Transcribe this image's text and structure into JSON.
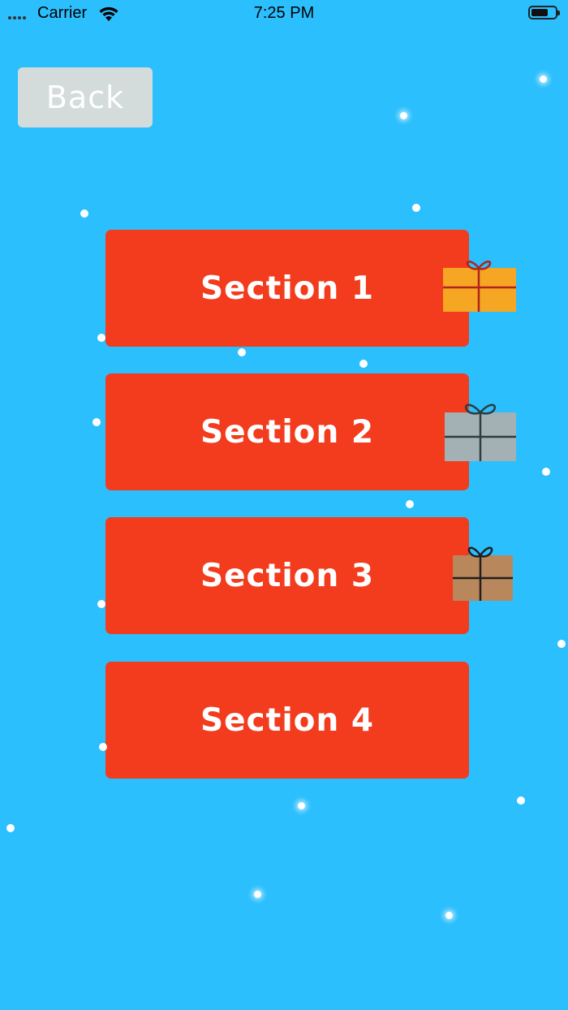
{
  "status_bar": {
    "carrier": "Carrier",
    "time": "7:25 PM"
  },
  "back_button": {
    "label": "Back"
  },
  "sections": [
    {
      "label": "Section 1",
      "gift_color": "#f5a623",
      "ribbon_color": "#b0241c"
    },
    {
      "label": "Section 2",
      "gift_color": "#a3b1b5",
      "ribbon_color": "#2e3b40"
    },
    {
      "label": "Section 3",
      "gift_color": "#b8875c",
      "ribbon_color": "#1f1f1f"
    },
    {
      "label": "Section 4"
    }
  ],
  "colors": {
    "background": "#2bbffd",
    "section_button": "#f23c1d",
    "back_button": "#d4dcdb"
  }
}
